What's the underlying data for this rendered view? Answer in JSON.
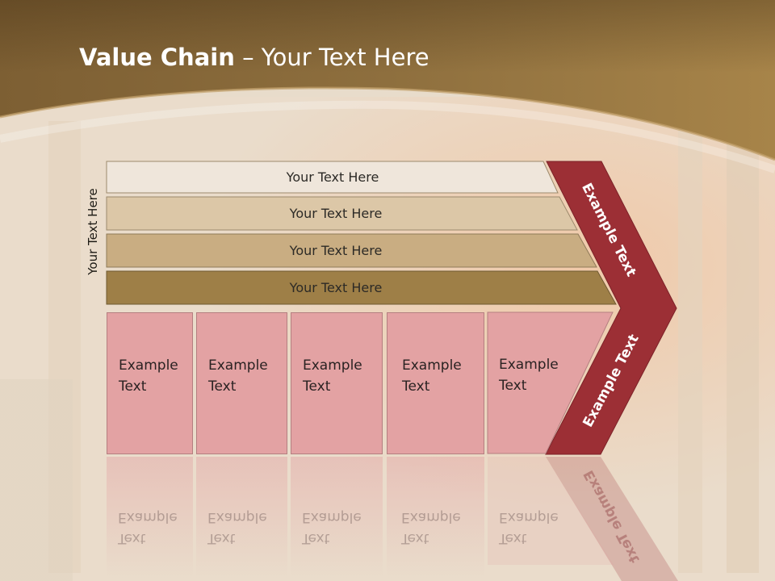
{
  "title": {
    "bold": "Value Chain",
    "rest": " – Your Text Here"
  },
  "side_label": "Your Text Here",
  "rows": [
    {
      "label": "Your Text Here",
      "color": "#efe6db"
    },
    {
      "label": "Your Text Here",
      "color": "#dcc7a7"
    },
    {
      "label": "Your Text Here",
      "color": "#c9ad82"
    },
    {
      "label": "Your Text Here",
      "color": "#9e7f47"
    }
  ],
  "columns": [
    {
      "line1": "Example",
      "line2": "Text"
    },
    {
      "line1": "Example",
      "line2": "Text"
    },
    {
      "line1": "Example",
      "line2": "Text"
    },
    {
      "line1": "Example",
      "line2": "Text"
    },
    {
      "line1": "Example",
      "line2": "Text"
    }
  ],
  "chevron": {
    "upper": "Example Text",
    "lower": "Example Text",
    "color": "#9c2f35"
  },
  "colors": {
    "header": "#8f6f3c",
    "box": "#e3a2a3"
  }
}
